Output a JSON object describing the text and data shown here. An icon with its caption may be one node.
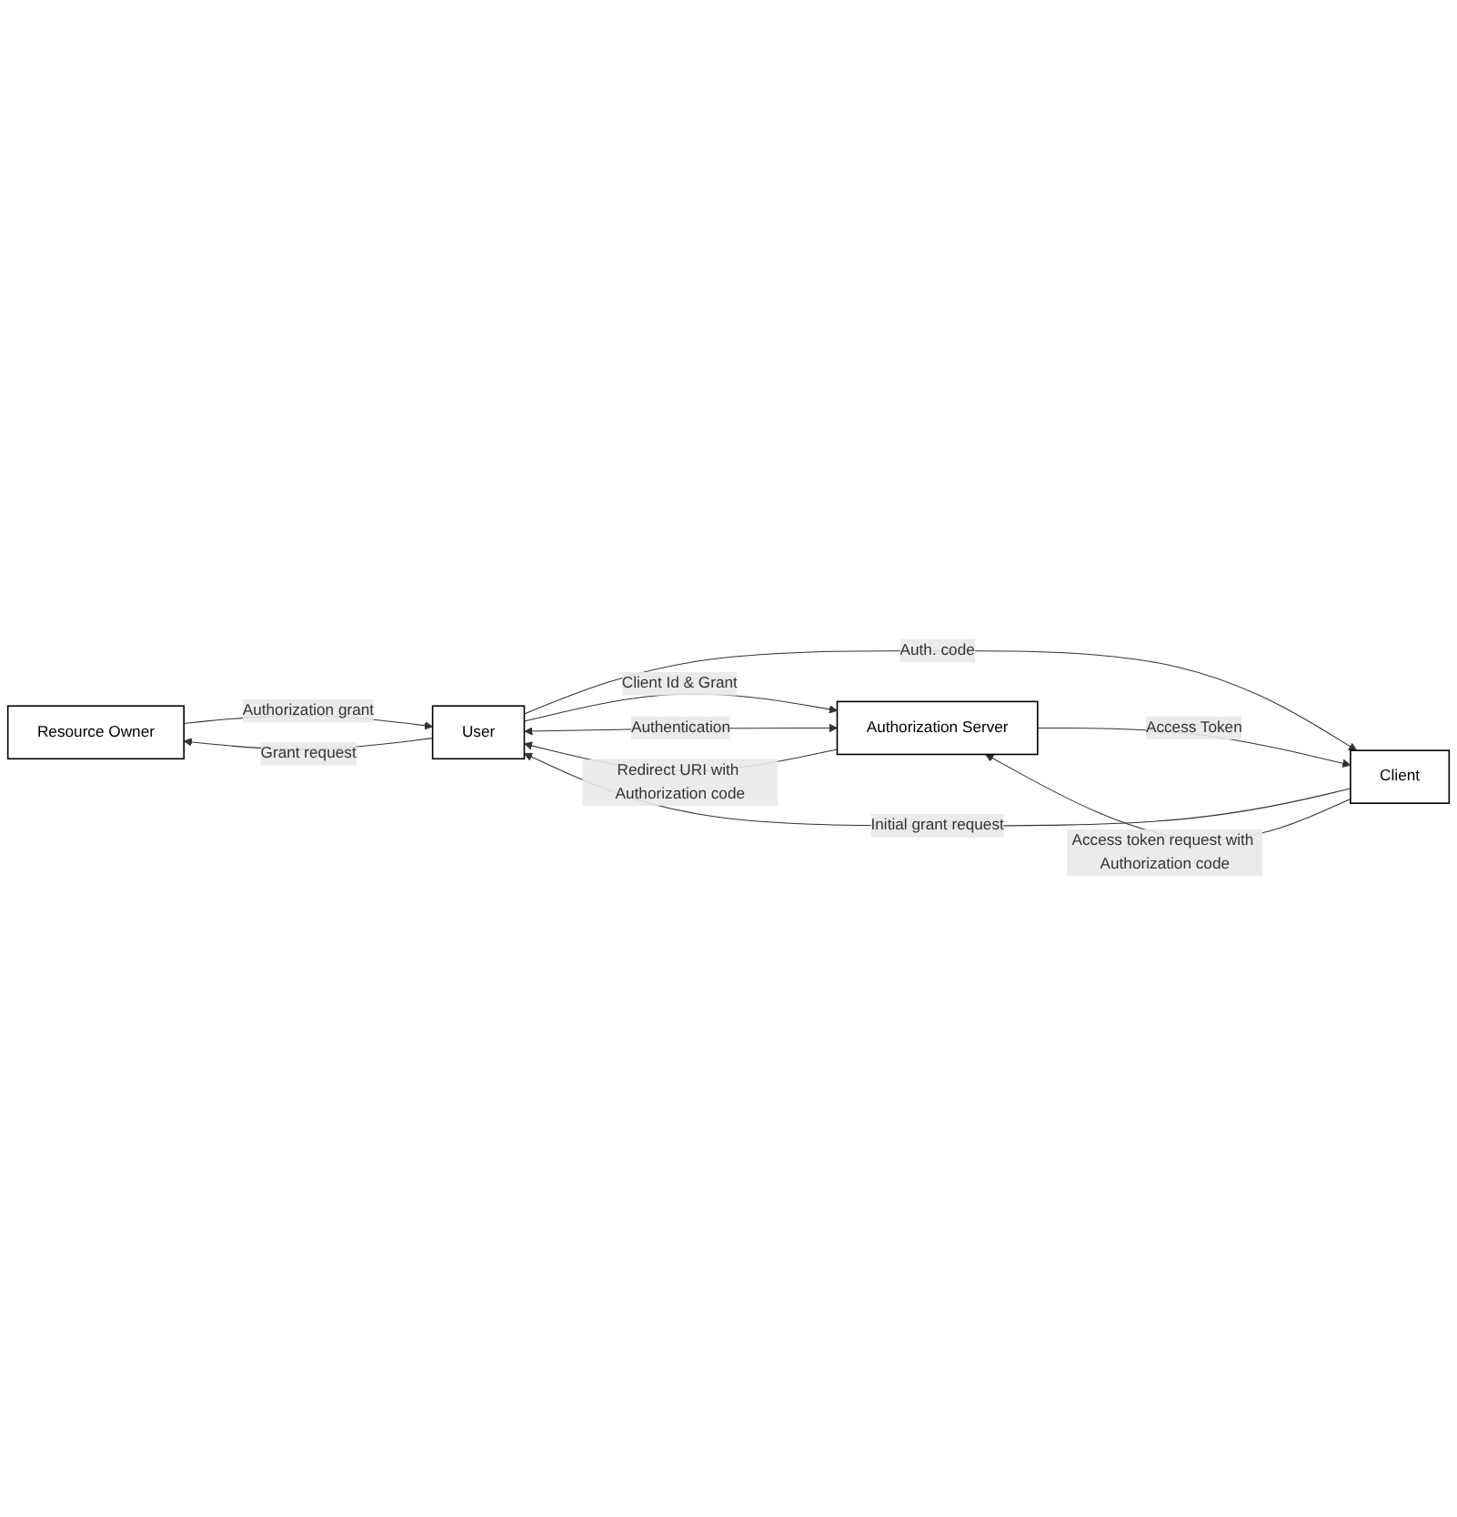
{
  "diagram": {
    "nodes": [
      {
        "text": [
          "Resource Owner"
        ]
      },
      {
        "text": [
          "User"
        ]
      },
      {
        "text": [
          "Authorization Server"
        ]
      },
      {
        "text": [
          "Client"
        ]
      }
    ],
    "edges": [
      {
        "from": 1,
        "to": 0,
        "arrow": "to",
        "label": "Grant request"
      },
      {
        "from": 0,
        "to": 1,
        "arrow": "to",
        "label": "Authorization grant"
      },
      {
        "from": 1,
        "to": 2,
        "arrow": "to",
        "label": "Client Id & Grant"
      },
      {
        "from": 1,
        "to": 2,
        "arrow": "both",
        "label": "Authentication"
      },
      {
        "from": 2,
        "to": 1,
        "arrow": "to",
        "label": "Redirect URI with Authorization code"
      },
      {
        "from": 3,
        "to": 1,
        "arrow": "to",
        "label": "Initial grant request"
      },
      {
        "from": 1,
        "to": 3,
        "arrow": "to",
        "label": "Auth. code"
      },
      {
        "from": 3,
        "to": 2,
        "arrow": "to",
        "label": "Access token request with Authorization code"
      },
      {
        "from": 2,
        "to": 3,
        "arrow": "to",
        "label": "Access Token"
      }
    ]
  }
}
